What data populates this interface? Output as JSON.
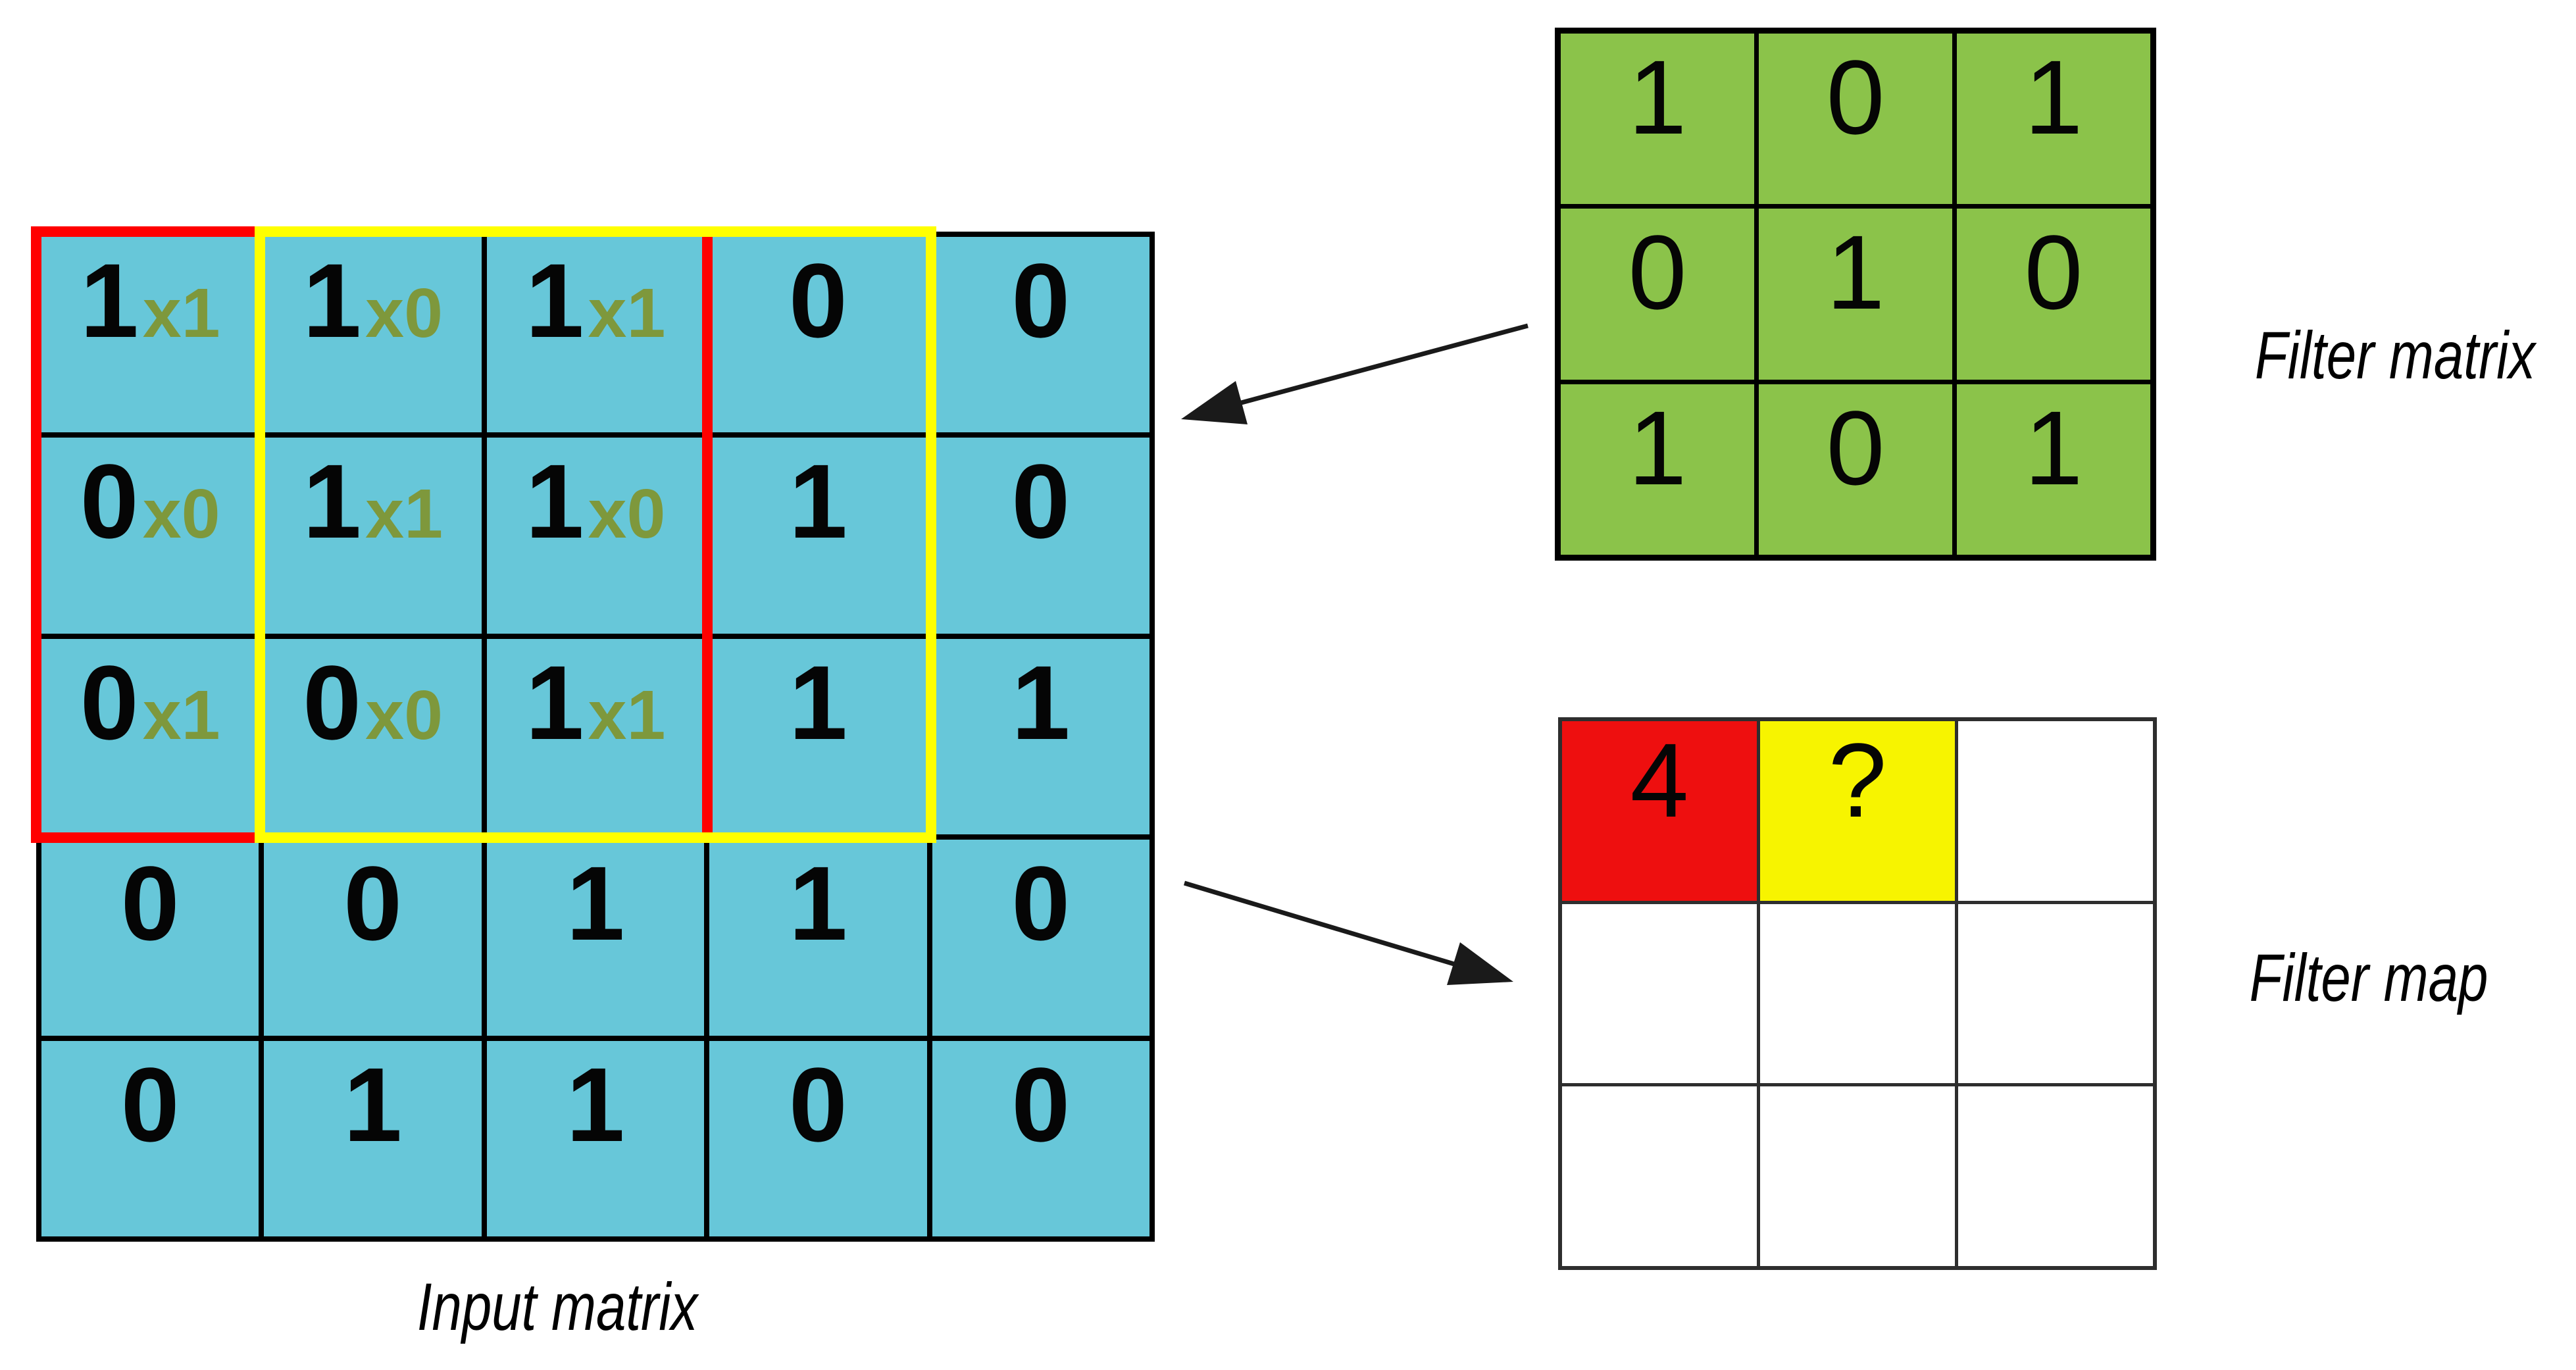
{
  "figure": {
    "description_labels": {
      "input_matrix": "Input matrix",
      "filter_matrix": "Filter matrix",
      "filter_map": "Filter map"
    }
  },
  "input_matrix": {
    "label": "Input matrix",
    "values": [
      [
        "1",
        "1",
        "1",
        "0",
        "0"
      ],
      [
        "0",
        "1",
        "1",
        "1",
        "0"
      ],
      [
        "0",
        "0",
        "1",
        "1",
        "1"
      ],
      [
        "0",
        "0",
        "1",
        "1",
        "0"
      ],
      [
        "0",
        "1",
        "1",
        "0",
        "0"
      ]
    ],
    "annotations": [
      [
        "x1",
        "x0",
        "x1"
      ],
      [
        "x0",
        "x1",
        "x0"
      ],
      [
        "x1",
        "x0",
        "x1"
      ]
    ]
  },
  "filter_matrix": {
    "label": "Filter matrix",
    "values": [
      [
        "1",
        "0",
        "1"
      ],
      [
        "0",
        "1",
        "0"
      ],
      [
        "1",
        "0",
        "1"
      ]
    ]
  },
  "filter_map": {
    "label": "Filter map",
    "values": [
      [
        "4",
        "?",
        ""
      ],
      [
        "",
        "",
        ""
      ],
      [
        "",
        "",
        ""
      ]
    ],
    "cell_colors": [
      [
        "map_red",
        "map_yellow",
        null
      ],
      [
        null,
        null,
        null
      ],
      [
        null,
        null,
        null
      ]
    ]
  },
  "colors": {
    "input_cell": "#67C7D9",
    "filter_cell": "#8BC34A",
    "annotation": "#7E983C",
    "map_red": "#EE0F0F",
    "map_yellow": "#F7F400",
    "window_red": "#FF0000",
    "window_yellow": "#FFFF00",
    "arrow": "#1a1a1a"
  }
}
